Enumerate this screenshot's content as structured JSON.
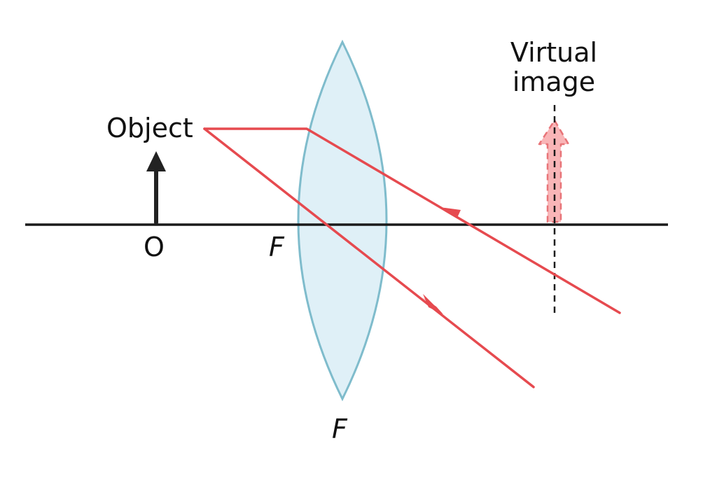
{
  "labels": {
    "object": "Object",
    "origin": "O",
    "focal_left": "F",
    "focal_bottom": "F",
    "virtual_image_line1": "Virtual",
    "virtual_image_line2": "image"
  },
  "colors": {
    "axis": "#1a1a1a",
    "object_arrow": "#222222",
    "ray": "#e64a4f",
    "lens_fill": "#dff0f7",
    "lens_stroke": "#7fbccc",
    "virtual_image_fill": "#f7a3a5",
    "virtual_image_stroke": "#e87478",
    "dashed_line": "#1a1a1a"
  }
}
